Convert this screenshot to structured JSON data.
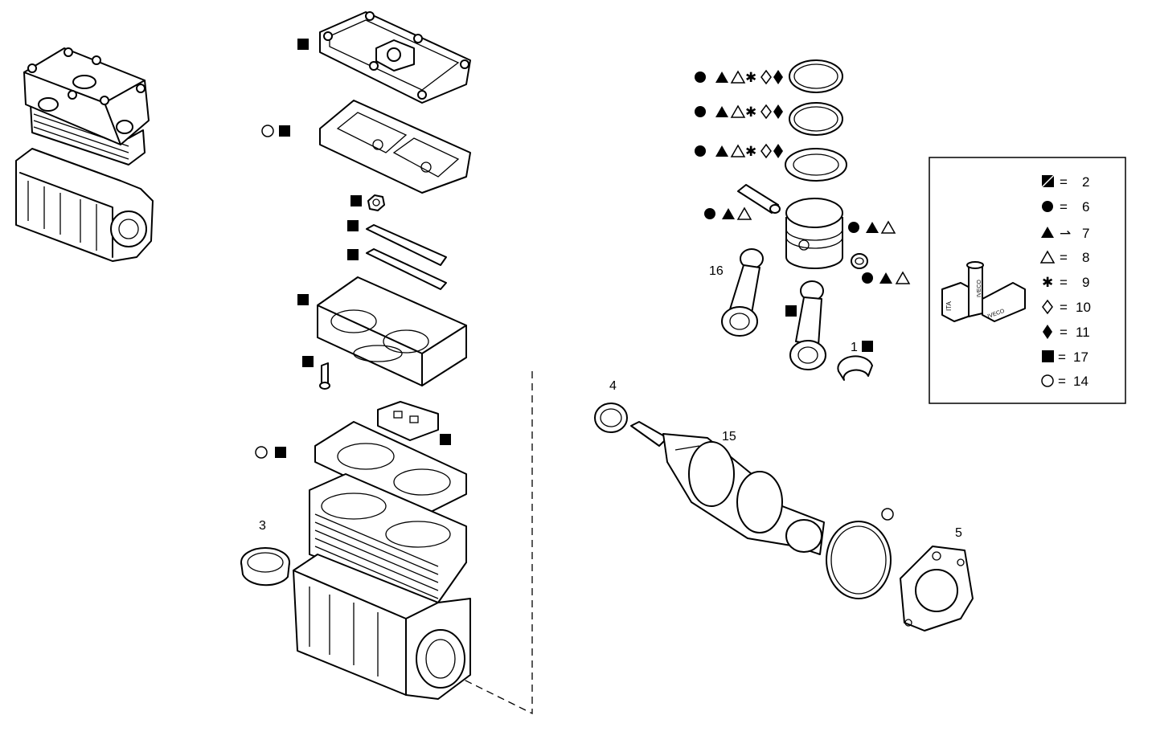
{
  "part_numbers": {
    "p1": "1",
    "p3": "3",
    "p4": "4",
    "p5": "5",
    "p15": "15",
    "p16": "16"
  },
  "legend": {
    "entries": [
      {
        "symbol": "split-square",
        "value": "2"
      },
      {
        "symbol": "filled-circle",
        "value": "6"
      },
      {
        "symbol": "filled-triangle",
        "value": "7"
      },
      {
        "symbol": "open-triangle",
        "value": "8"
      },
      {
        "symbol": "asterisk",
        "value": "9"
      },
      {
        "symbol": "open-diamond",
        "value": "10"
      },
      {
        "symbol": "filled-diamond",
        "value": "11"
      },
      {
        "symbol": "filled-square",
        "value": "17"
      },
      {
        "symbol": "open-circle",
        "value": "14"
      }
    ],
    "eq": "=",
    "arrow_eq": "⇀"
  },
  "kit_box_texts": [
    "ITA",
    "IVECO",
    "IVECO"
  ]
}
